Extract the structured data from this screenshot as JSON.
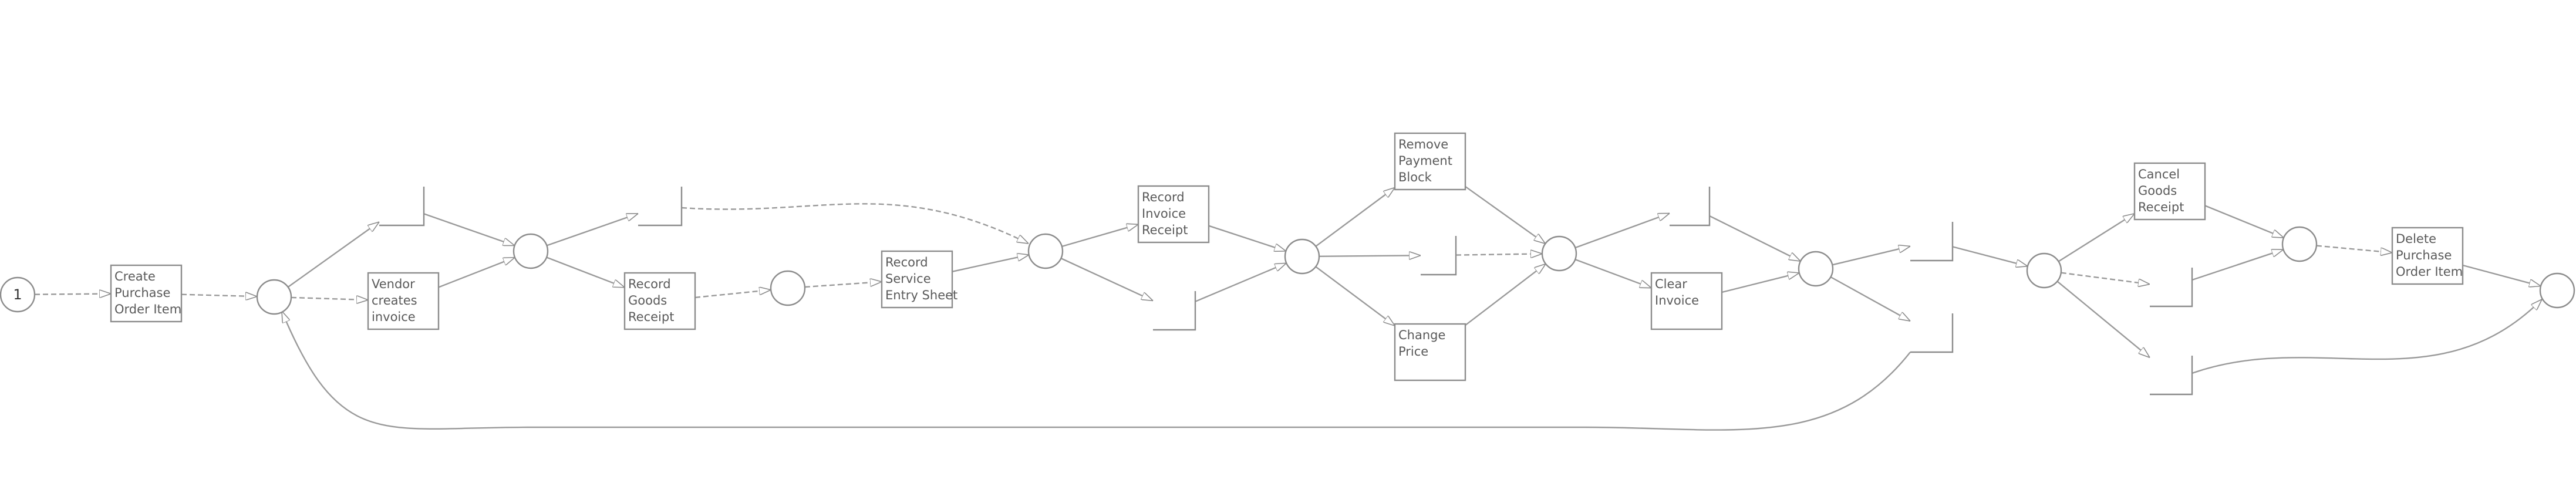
{
  "diagram": {
    "start_token": "1",
    "transitions": {
      "t1": "Create\nPurchase\nOrder Item",
      "t2": "Vendor\ncreates\ninvoice",
      "t3": "Record\nGoods\nReceipt",
      "t4": "Record\nService\nEntry Sheet",
      "t5": "Record\nInvoice\nReceipt",
      "t6": "Remove\nPayment\nBlock",
      "t7": "Change\nPrice",
      "t8": "Clear\nInvoice",
      "t9": "Cancel\nGoods\nReceipt",
      "t10": "Delete\nPurchase\nOrder Item"
    }
  }
}
